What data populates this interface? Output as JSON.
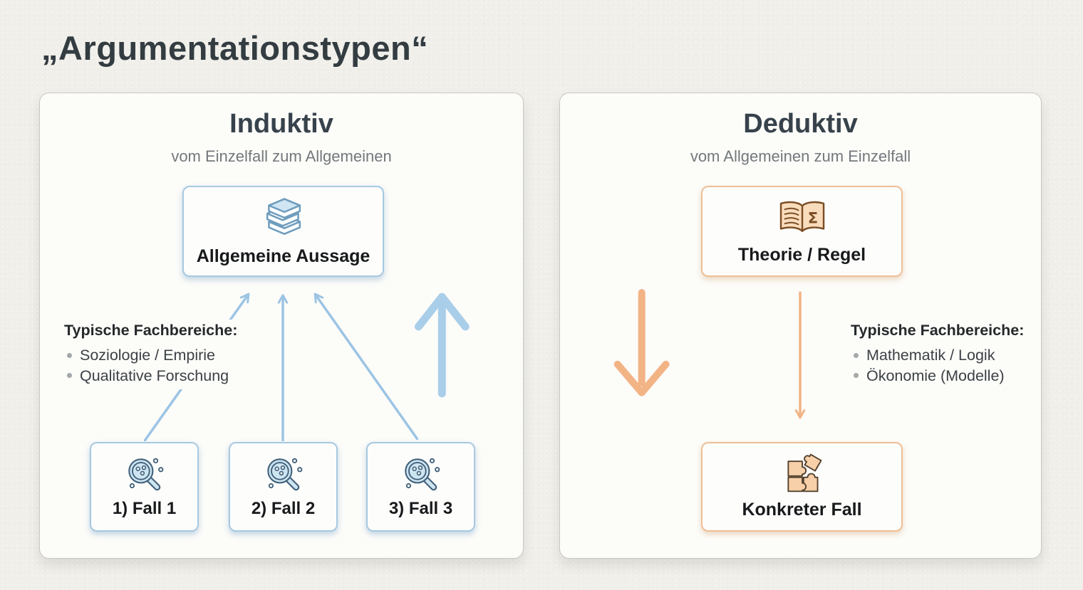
{
  "title": "„Argumentationstypen“",
  "inductive": {
    "title": "Induktiv",
    "subtitle": "vom Einzelfall zum Allgemeinen",
    "conclusion": {
      "label": "Allgemeine Aussage",
      "icon": "books-stack-icon"
    },
    "fields": {
      "heading": "Typische Fachbereiche:",
      "items": [
        "Soziologie / Empirie",
        "Qualitative Forschung"
      ]
    },
    "cases": [
      {
        "label": "1) Fall 1",
        "icon": "magnifier-specimen-icon"
      },
      {
        "label": "2) Fall 2",
        "icon": "magnifier-specimen-icon"
      },
      {
        "label": "3) Fall 3",
        "icon": "magnifier-specimen-icon"
      }
    ]
  },
  "deductive": {
    "title": "Deduktiv",
    "subtitle": "vom Allgemeinen zum Einzelfall",
    "premise": {
      "label": "Theorie / Regel",
      "icon": "open-book-sigma-icon"
    },
    "fields": {
      "heading": "Typische Fachbereiche:",
      "items": [
        "Mathematik / Logik",
        "Ökonomie (Modelle)"
      ]
    },
    "concrete": {
      "label": "Konkreter Fall",
      "icon": "puzzle-pieces-icon"
    }
  },
  "colors": {
    "blue_arrow": "#9cc4e4",
    "blue_arrow_bold": "#a9cee9",
    "blue_box_border": "#a7c9e1",
    "orange_arrow": "#f2b385",
    "orange_box_border": "#eebf95",
    "heading_text": "#333c41",
    "subtitle_text": "#73787c",
    "page_background": "#f0efea",
    "panel_background": "#fcfcf9"
  }
}
